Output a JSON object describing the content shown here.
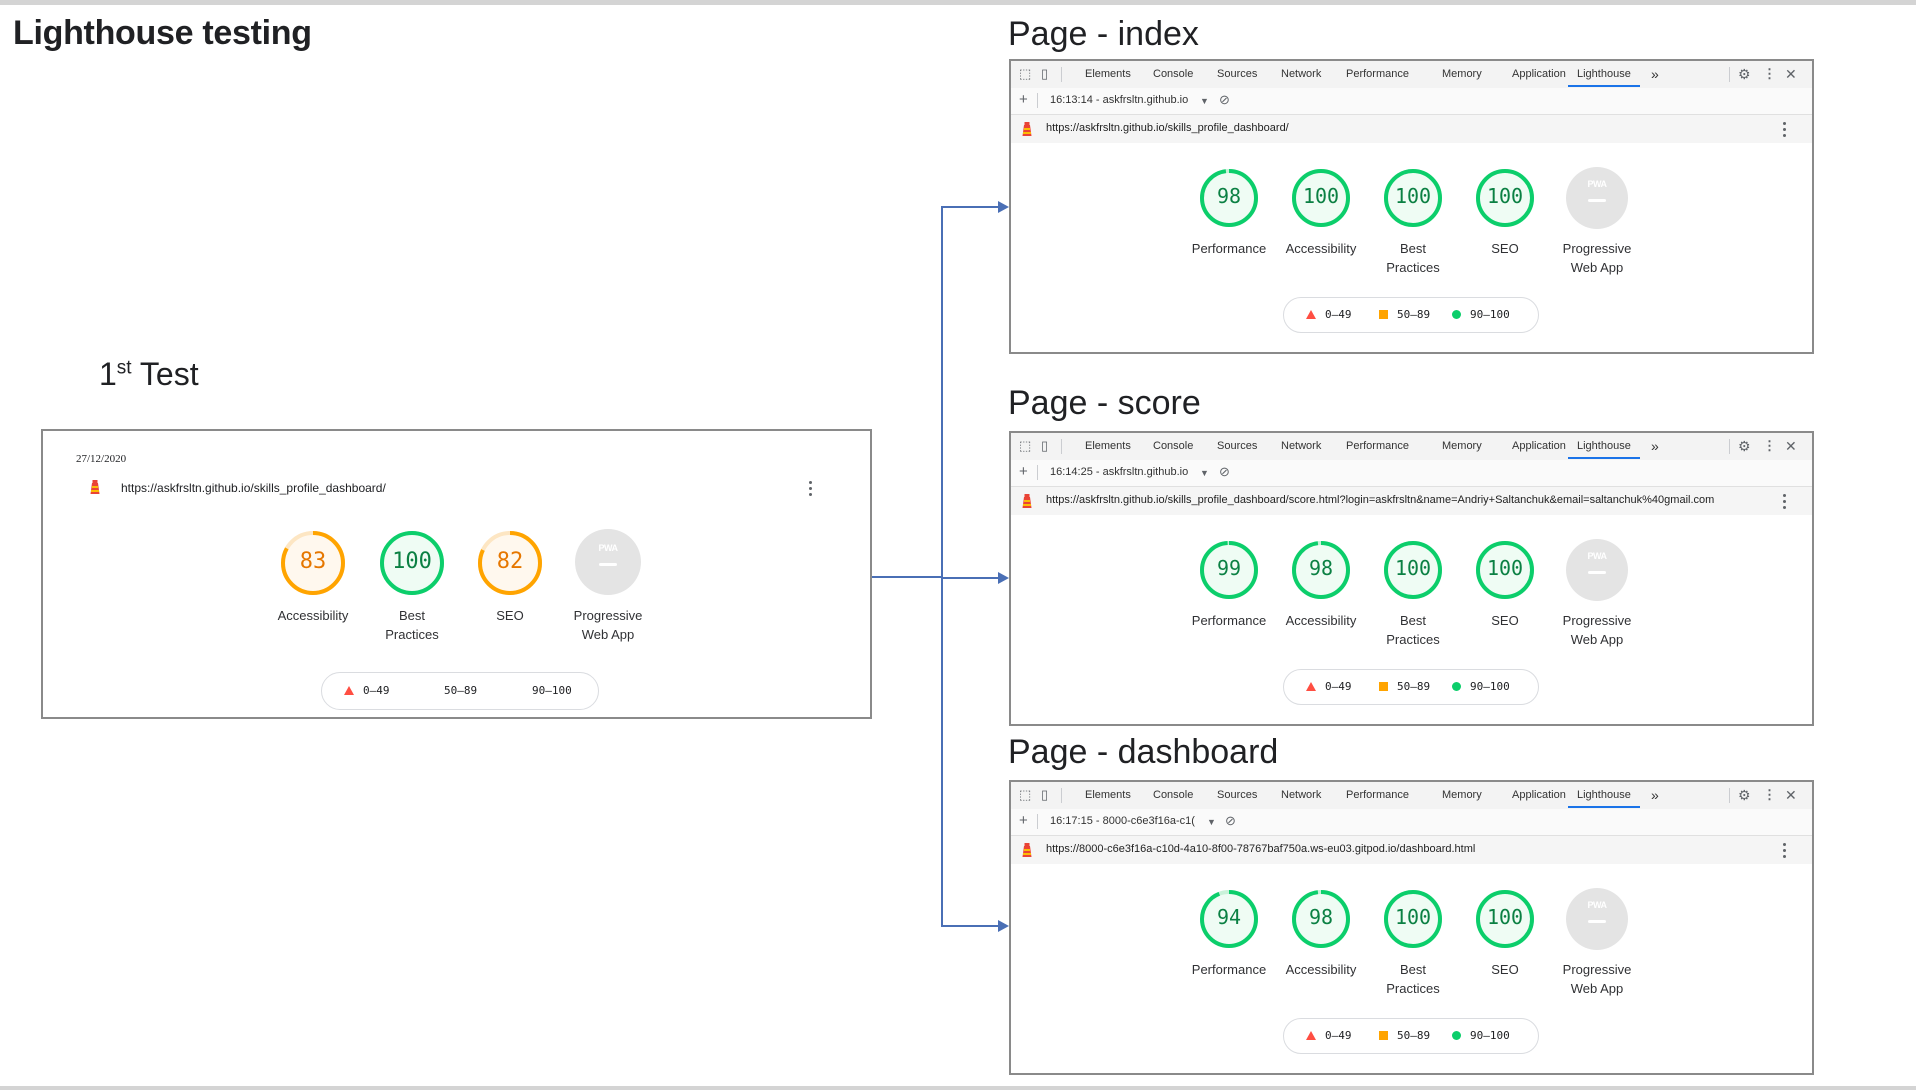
{
  "slide": {
    "title": "Lighthouse testing",
    "test_title_main": "1",
    "test_title_sup": "st",
    "test_title_rest": " Test"
  },
  "colors": {
    "pass": "#0cce6b",
    "average": "#ffa400",
    "fail": "#ff4e42",
    "pwa": "#e4e4e4",
    "connector": "#4a6fb5"
  },
  "first_test": {
    "date": "27/12/2020",
    "url": "https://askfrsltn.github.io/skills_profile_dashboard/",
    "scores": [
      {
        "label_line1": "Accessibility",
        "label_line2": "",
        "value": "83",
        "status": "average"
      },
      {
        "label_line1": "Best",
        "label_line2": "Practices",
        "value": "100",
        "status": "pass"
      },
      {
        "label_line1": "SEO",
        "label_line2": "",
        "value": "82",
        "status": "average"
      }
    ],
    "pwa": {
      "badge": "PWA",
      "label_line1": "Progressive",
      "label_line2": "Web App"
    },
    "legend": [
      "0–49",
      "50–89",
      "90–100"
    ]
  },
  "devtools_tabs": [
    "Elements",
    "Console",
    "Sources",
    "Network",
    "Performance",
    "Memory",
    "Application",
    "Lighthouse"
  ],
  "devtools_active_tab": "Lighthouse",
  "devtools_more": "»",
  "panels": [
    {
      "title": "Page - index",
      "run": "16:13:14 - askfrsltn.github.io",
      "url": "https://askfrsltn.github.io/skills_profile_dashboard/",
      "scores": [
        {
          "label_line1": "Performance",
          "label_line2": "",
          "value": "98",
          "status": "pass"
        },
        {
          "label_line1": "Accessibility",
          "label_line2": "",
          "value": "100",
          "status": "pass"
        },
        {
          "label_line1": "Best",
          "label_line2": "Practices",
          "value": "100",
          "status": "pass"
        },
        {
          "label_line1": "SEO",
          "label_line2": "",
          "value": "100",
          "status": "pass"
        }
      ]
    },
    {
      "title": "Page - score",
      "run": "16:14:25 - askfrsltn.github.io",
      "url": "https://askfrsltn.github.io/skills_profile_dashboard/score.html?login=askfrsltn&name=Andriy+Saltanchuk&email=saltanchuk%40gmail.com",
      "scores": [
        {
          "label_line1": "Performance",
          "label_line2": "",
          "value": "99",
          "status": "pass"
        },
        {
          "label_line1": "Accessibility",
          "label_line2": "",
          "value": "98",
          "status": "pass"
        },
        {
          "label_line1": "Best",
          "label_line2": "Practices",
          "value": "100",
          "status": "pass"
        },
        {
          "label_line1": "SEO",
          "label_line2": "",
          "value": "100",
          "status": "pass"
        }
      ]
    },
    {
      "title": "Page - dashboard",
      "run": "16:17:15 - 8000-c6e3f16a-c1(",
      "url": "https://8000-c6e3f16a-c10d-4a10-8f00-78767baf750a.ws-eu03.gitpod.io/dashboard.html",
      "scores": [
        {
          "label_line1": "Performance",
          "label_line2": "",
          "value": "94",
          "status": "pass"
        },
        {
          "label_line1": "Accessibility",
          "label_line2": "",
          "value": "98",
          "status": "pass"
        },
        {
          "label_line1": "Best",
          "label_line2": "Practices",
          "value": "100",
          "status": "pass"
        },
        {
          "label_line1": "SEO",
          "label_line2": "",
          "value": "100",
          "status": "pass"
        }
      ]
    }
  ],
  "panel_pwa": {
    "badge": "PWA",
    "label_line1": "Progressive",
    "label_line2": "Web App"
  },
  "panel_legend": [
    "0–49",
    "50–89",
    "90–100"
  ]
}
